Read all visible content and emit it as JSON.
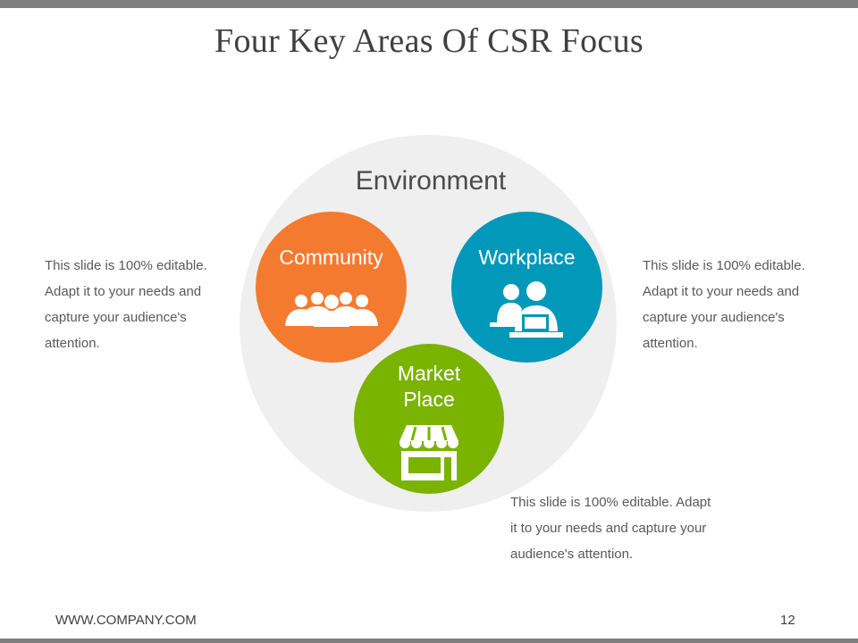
{
  "slide": {
    "title": "Four Key Areas Of CSR Focus",
    "footer_url": "WWW.COMPANY.COM",
    "page_number": "12"
  },
  "diagram": {
    "outer": {
      "label": "Environment",
      "color": "#efefef"
    },
    "areas": [
      {
        "label": "Community",
        "color": "#f47a2f",
        "icon": "group-people-icon"
      },
      {
        "label": "Workplace",
        "color": "#0198b9",
        "icon": "office-workers-icon"
      },
      {
        "label_line1": "Market",
        "label_line2": "Place",
        "color": "#7ab300",
        "icon": "storefront-icon"
      }
    ]
  },
  "notes": {
    "left": [
      "This slide is 100% editable.",
      "Adapt it to your needs and",
      "capture your audience's",
      "attention."
    ],
    "right": [
      "This slide is 100% editable.",
      "Adapt it to your needs and",
      "capture your audience's",
      "attention."
    ],
    "bottom": [
      "This slide is 100% editable. Adapt",
      "it to your needs and capture your",
      "audience's attention."
    ]
  }
}
